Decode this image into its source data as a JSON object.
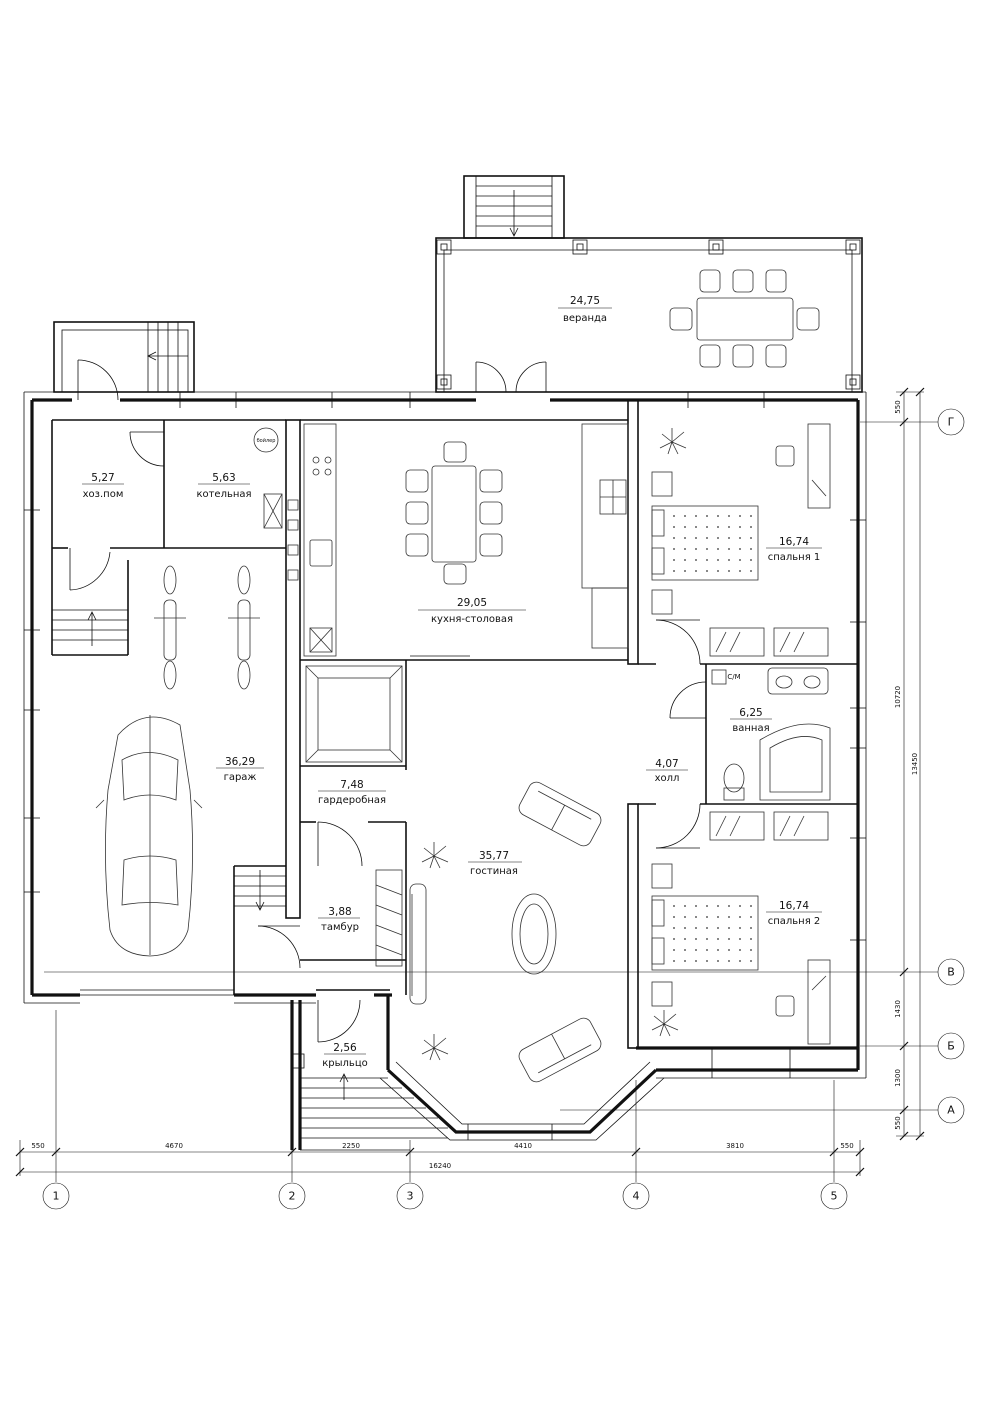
{
  "rooms": [
    {
      "id": "veranda",
      "area": "24,75",
      "name": "веранда"
    },
    {
      "id": "utility",
      "area": "5,27",
      "name": "хоз.пом"
    },
    {
      "id": "boiler",
      "area": "5,63",
      "name": "котельная"
    },
    {
      "id": "kitchen",
      "area": "29,05",
      "name": "кухня-столовая"
    },
    {
      "id": "bedroom1",
      "area": "16,74",
      "name": "спальня 1"
    },
    {
      "id": "garage",
      "area": "36,29",
      "name": "гараж"
    },
    {
      "id": "bathroom",
      "area": "6,25",
      "name": "ванная"
    },
    {
      "id": "hall",
      "area": "4,07",
      "name": "холл"
    },
    {
      "id": "wardrobe",
      "area": "7,48",
      "name": "гардеробная"
    },
    {
      "id": "living",
      "area": "35,77",
      "name": "гостиная"
    },
    {
      "id": "vestibule",
      "area": "3,88",
      "name": "тамбур"
    },
    {
      "id": "bedroom2",
      "area": "16,74",
      "name": "спальня 2"
    },
    {
      "id": "porch",
      "area": "2,56",
      "name": "крыльцо"
    }
  ],
  "equipment_label": "бойлер",
  "wm_label": "С/М",
  "dims_bottom": [
    "550",
    "4670",
    "2250",
    "4410",
    "3810",
    "550"
  ],
  "dim_bottom_total": "16240",
  "dims_right": [
    "550",
    "10720",
    "1430",
    "1300",
    "550"
  ],
  "dim_right_total": "13450",
  "axes_bottom": [
    "1",
    "2",
    "3",
    "4",
    "5"
  ],
  "axes_right": [
    "Г",
    "В",
    "Б",
    "А"
  ],
  "colors": {
    "line": "#111111",
    "background": "#ffffff"
  }
}
